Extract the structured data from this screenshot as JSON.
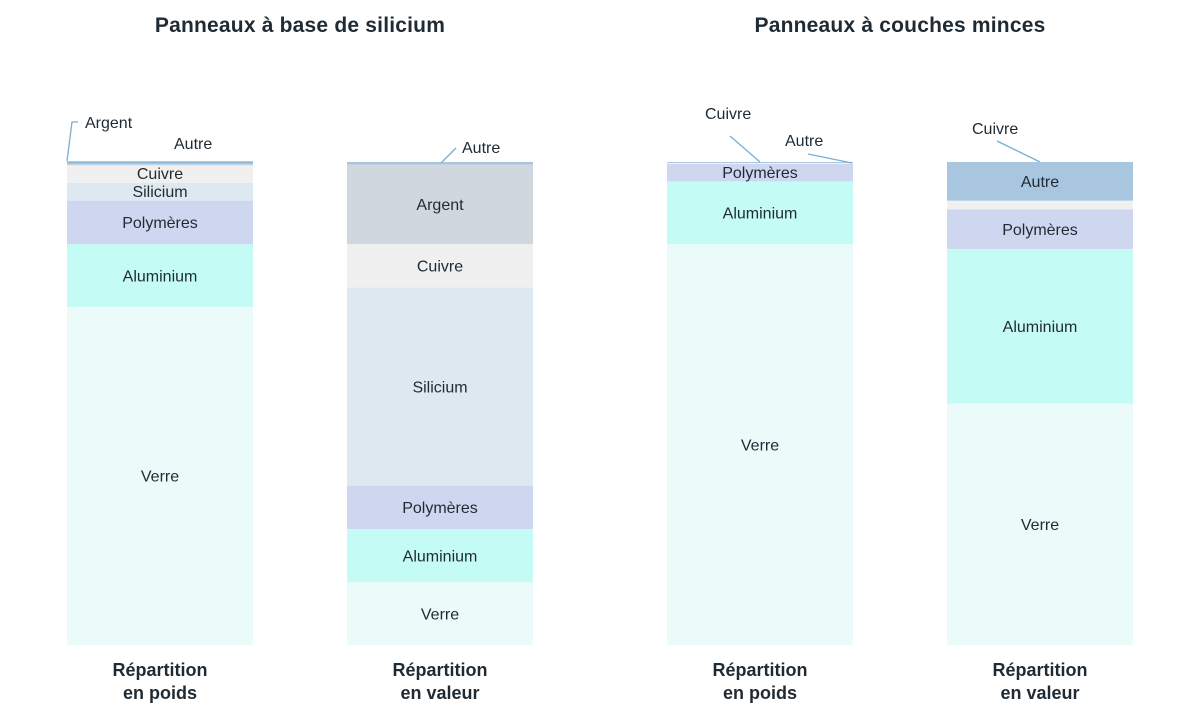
{
  "colors": {
    "Verre": "#ebfbf9",
    "Aluminium": "#c4fbf4",
    "Polymères": "#ced6f0",
    "Silicium": "#dde8f0",
    "Cuivre": "#f0f0f0",
    "Argent": "#d0d7de",
    "Autre": "#a8c6df",
    "callout_line": "#7aaed3",
    "text": "#1f2a33"
  },
  "chart_data": [
    {
      "type": "bar",
      "stacked": true,
      "normalized": true,
      "title": "Panneaux à base de silicium",
      "categories": [
        "Répartition en poids",
        "Répartition en valeur"
      ],
      "series": [
        {
          "name": "Verre",
          "values": [
            70,
            13
          ]
        },
        {
          "name": "Aluminium",
          "values": [
            13,
            11
          ]
        },
        {
          "name": "Polymères",
          "values": [
            9,
            9
          ]
        },
        {
          "name": "Silicium",
          "values": [
            3.7,
            41
          ]
        },
        {
          "name": "Cuivre",
          "values": [
            3.7,
            9
          ]
        },
        {
          "name": "Argent",
          "values": [
            0.1,
            16.5
          ]
        },
        {
          "name": "Autre",
          "values": [
            0.5,
            0.5
          ]
        }
      ]
    },
    {
      "type": "bar",
      "stacked": true,
      "normalized": true,
      "title": "Panneaux à couches minces",
      "categories": [
        "Répartition en poids",
        "Répartition en valeur"
      ],
      "series": [
        {
          "name": "Verre",
          "values": [
            83,
            50
          ]
        },
        {
          "name": "Aluminium",
          "values": [
            13,
            32
          ]
        },
        {
          "name": "Polymères",
          "values": [
            3.6,
            8.2
          ]
        },
        {
          "name": "Cuivre",
          "values": [
            0.2,
            1.8
          ]
        },
        {
          "name": "Autre",
          "values": [
            0.2,
            8
          ]
        }
      ]
    }
  ]
}
